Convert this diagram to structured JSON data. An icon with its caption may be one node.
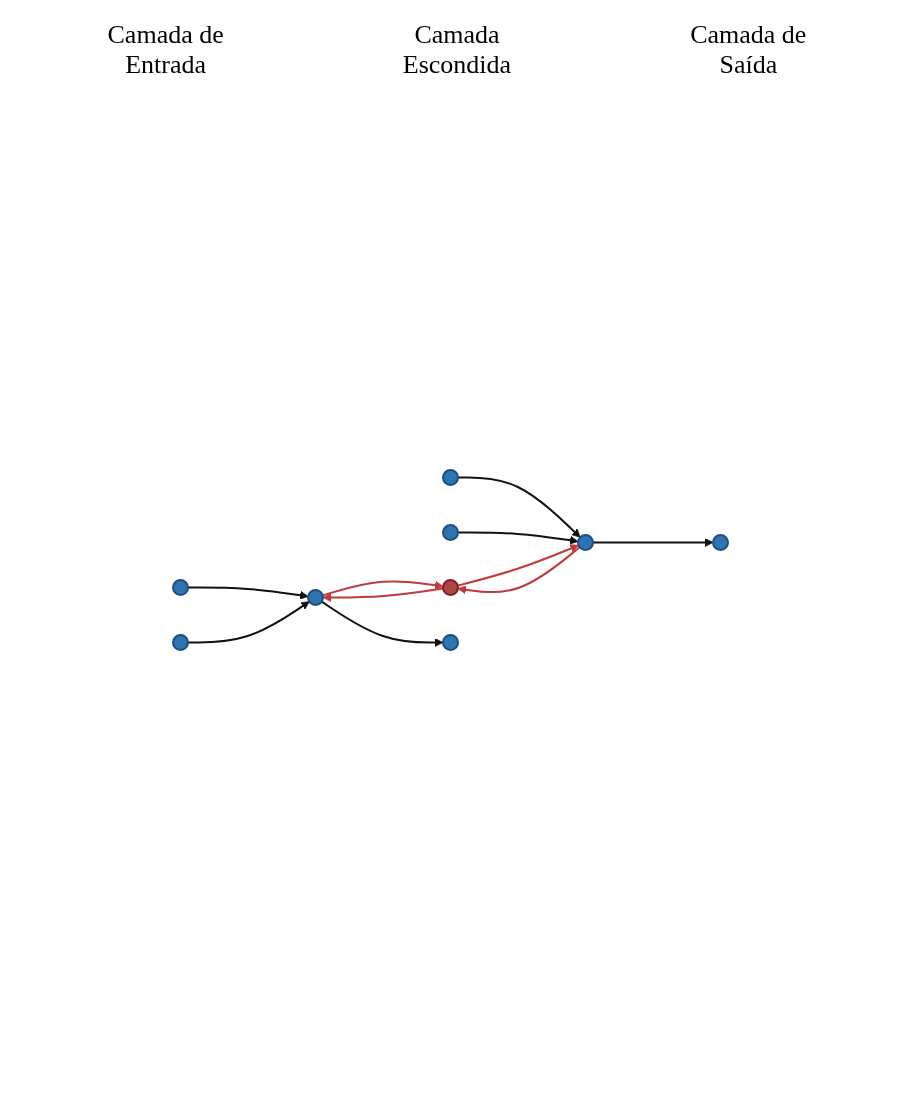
{
  "diagram": {
    "nodes": [
      {
        "text": [],
        "shape": "circle"
      },
      {
        "text": [],
        "shape": "circle"
      },
      {
        "text": [],
        "shape": "circle"
      },
      {
        "text": [],
        "shape": "circle"
      },
      {
        "text": [],
        "shape": "circle"
      },
      {
        "text": [],
        "shape": "circle"
      },
      {
        "text": [],
        "shape": "circle"
      },
      {
        "text": [],
        "shape": "circle"
      },
      {
        "text": [],
        "shape": "circle"
      }
    ],
    "edges": [
      {
        "from": 0,
        "to": 4,
        "arrow": "to"
      },
      {
        "from": 1,
        "to": 4,
        "arrow": "to"
      },
      {
        "from": 2,
        "to": 6,
        "arrow": "to"
      },
      {
        "from": 3,
        "to": 6,
        "arrow": "to"
      },
      {
        "from": 4,
        "to": 7,
        "arrow": "to"
      },
      {
        "from": 6,
        "to": 8,
        "arrow": "to"
      },
      {
        "from": 4,
        "to": 5,
        "arrow": "to",
        "color": "#c0393b"
      },
      {
        "from": 5,
        "to": 4,
        "arrow": "to",
        "color": "#c0393b"
      },
      {
        "from": 5,
        "to": 6,
        "arrow": "to",
        "color": "#c0393b"
      },
      {
        "from": 6,
        "to": 5,
        "arrow": "to",
        "color": "#c0393b"
      }
    ],
    "labels": [
      "Camada de Entrada",
      "Camada Escondida",
      "Camada de Saída"
    ]
  }
}
